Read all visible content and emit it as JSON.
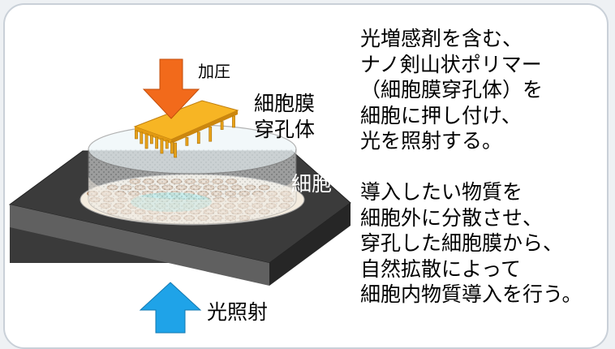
{
  "labels": {
    "pressure": "加圧",
    "member_line1": "細胞膜",
    "member_line2": "穿孔体",
    "cell": "細胞",
    "light": "光照射"
  },
  "description": {
    "paragraph1": [
      "光増感剤を含む、",
      "ナノ剣山状ポリマー",
      "（細胞膜穿孔体）を",
      "細胞に押し付け、",
      "光を照射する。"
    ],
    "paragraph2": [
      "導入したい物質を",
      "細胞外に分散させ、",
      "穿孔した細胞膜から、",
      "自然拡散によって",
      "細胞内物質導入を行う。"
    ]
  },
  "colors": {
    "pressure_arrow": "#f26a1b",
    "light_arrow": "#1fa3e8",
    "perforator": "#f6b21f",
    "base_top": "#3c3c3c",
    "base_front": "#555555",
    "base_side": "#2a2a2a",
    "cells": "#c9a98a",
    "center_cells": "#3fe0e6"
  },
  "icons": [
    "pressure-arrow-icon",
    "light-arrow-icon"
  ]
}
